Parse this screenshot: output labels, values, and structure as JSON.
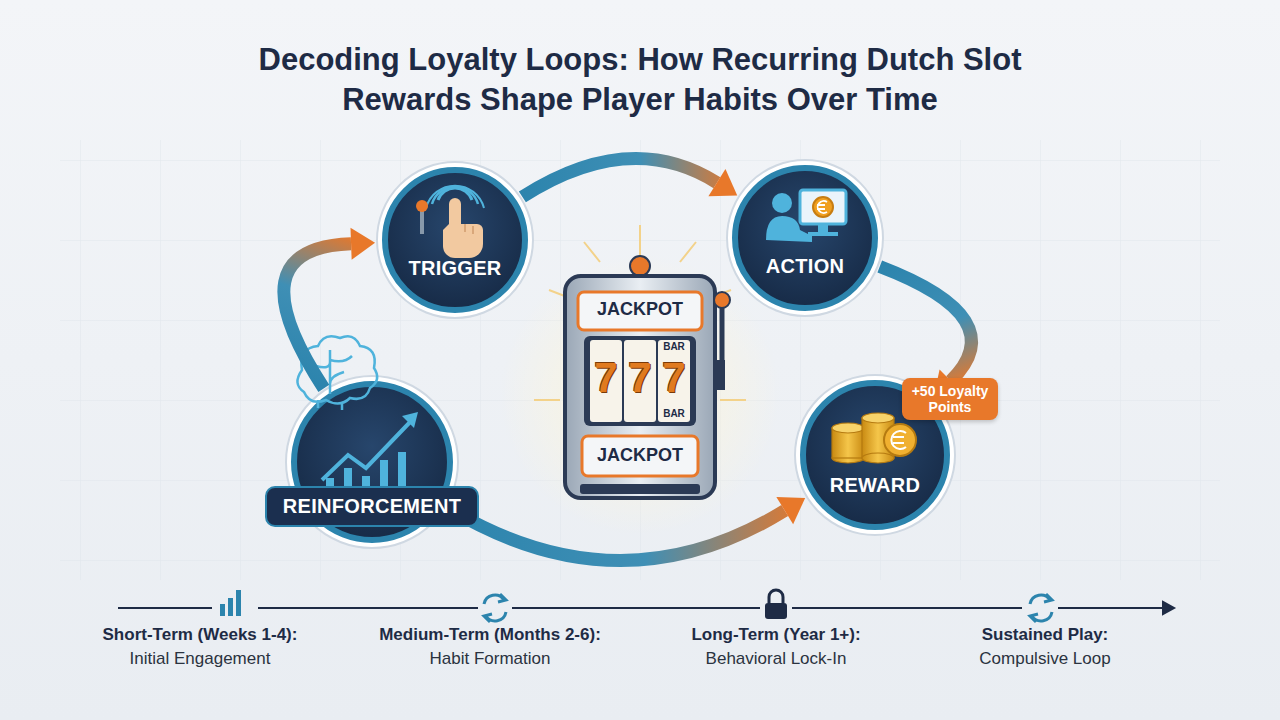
{
  "diagram": {
    "title": "Decoding Loyalty Loops: How Recurring Dutch Slot Rewards Shape Player Habits Over Time",
    "nodes": [
      {
        "text": [
          "TRIGGER"
        ]
      },
      {
        "text": [
          "ACTION"
        ]
      },
      {
        "text": [
          "+50 Loyalty Points"
        ]
      },
      {
        "text": [
          "REWARD"
        ]
      },
      {
        "text": [
          "REINFORCEMENT"
        ]
      }
    ],
    "edges": [
      {
        "from": 0,
        "to": 1,
        "arrow": "to"
      },
      {
        "from": 1,
        "to": 3,
        "arrow": "to"
      },
      {
        "from": 4,
        "to": 3,
        "arrow": "to"
      },
      {
        "from": 4,
        "to": 0,
        "arrow": "to"
      }
    ],
    "labels": [
      "JACKPOT",
      "7",
      "7",
      "7",
      "BAR",
      "BAR",
      "JACKPOT",
      "Short-Term (Weeks 1-4):",
      "Initial Engagement",
      "Medium-Term (Months 2-6):",
      "Habit Formation",
      "Long-Term (Year 1+):",
      "Behavioral Lock-In",
      "Sustained Play:",
      "Compulsive Loop"
    ]
  }
}
